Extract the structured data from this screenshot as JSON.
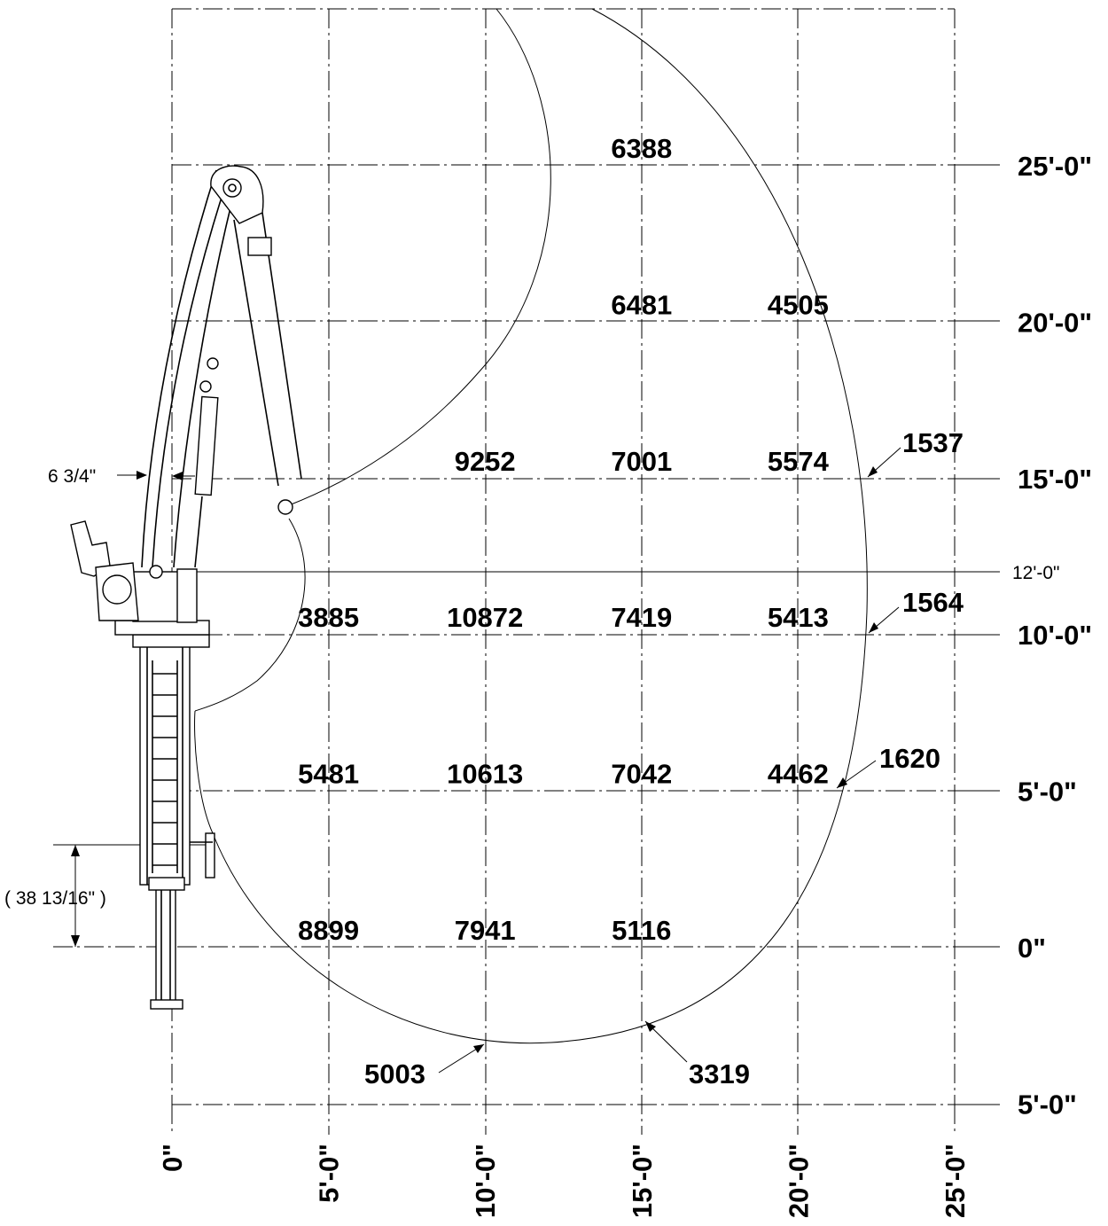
{
  "chart_data": {
    "type": "diagram",
    "y_ticks": [
      {
        "label": "25'-0\"",
        "ft": 25
      },
      {
        "label": "20'-0\"",
        "ft": 20
      },
      {
        "label": "15'-0\"",
        "ft": 15
      },
      {
        "label": "10'-0\"",
        "ft": 10
      },
      {
        "label": "5'-0\"",
        "ft": 5
      },
      {
        "label": "0\"",
        "ft": 0
      },
      {
        "label": "5'-0\"",
        "ft": -5
      }
    ],
    "x_ticks": [
      {
        "label": "0\"",
        "ft": 0
      },
      {
        "label": "5'-0\"",
        "ft": 5
      },
      {
        "label": "10'-0\"",
        "ft": 10
      },
      {
        "label": "15'-0\"",
        "ft": 15
      },
      {
        "label": "20'-0\"",
        "ft": 20
      },
      {
        "label": "25'-0\"",
        "ft": 25
      }
    ],
    "reference_line": {
      "label": "12'-0\"",
      "ft": 12
    },
    "capacities": [
      {
        "value": "6388",
        "x_ft": 15,
        "y_ft": 25
      },
      {
        "value": "6481",
        "x_ft": 15,
        "y_ft": 20
      },
      {
        "value": "4505",
        "x_ft": 20,
        "y_ft": 20
      },
      {
        "value": "9252",
        "x_ft": 10,
        "y_ft": 15
      },
      {
        "value": "7001",
        "x_ft": 15,
        "y_ft": 15
      },
      {
        "value": "5574",
        "x_ft": 20,
        "y_ft": 15
      },
      {
        "value": "3885",
        "x_ft": 5,
        "y_ft": 10
      },
      {
        "value": "10872",
        "x_ft": 10,
        "y_ft": 10
      },
      {
        "value": "7419",
        "x_ft": 15,
        "y_ft": 10
      },
      {
        "value": "5413",
        "x_ft": 20,
        "y_ft": 10
      },
      {
        "value": "5481",
        "x_ft": 5,
        "y_ft": 5
      },
      {
        "value": "10613",
        "x_ft": 10,
        "y_ft": 5
      },
      {
        "value": "7042",
        "x_ft": 15,
        "y_ft": 5
      },
      {
        "value": "4462",
        "x_ft": 20,
        "y_ft": 5
      },
      {
        "value": "8899",
        "x_ft": 5,
        "y_ft": 0
      },
      {
        "value": "7941",
        "x_ft": 10,
        "y_ft": 0
      },
      {
        "value": "5116",
        "x_ft": 15,
        "y_ft": 0
      }
    ],
    "callouts": [
      {
        "value": "1537"
      },
      {
        "value": "1564"
      },
      {
        "value": "1620"
      },
      {
        "value": "5003"
      },
      {
        "value": "3319"
      }
    ],
    "dimensions": [
      {
        "label": "6 3/4\""
      },
      {
        "label": "( 38 13/16\" )"
      }
    ]
  }
}
